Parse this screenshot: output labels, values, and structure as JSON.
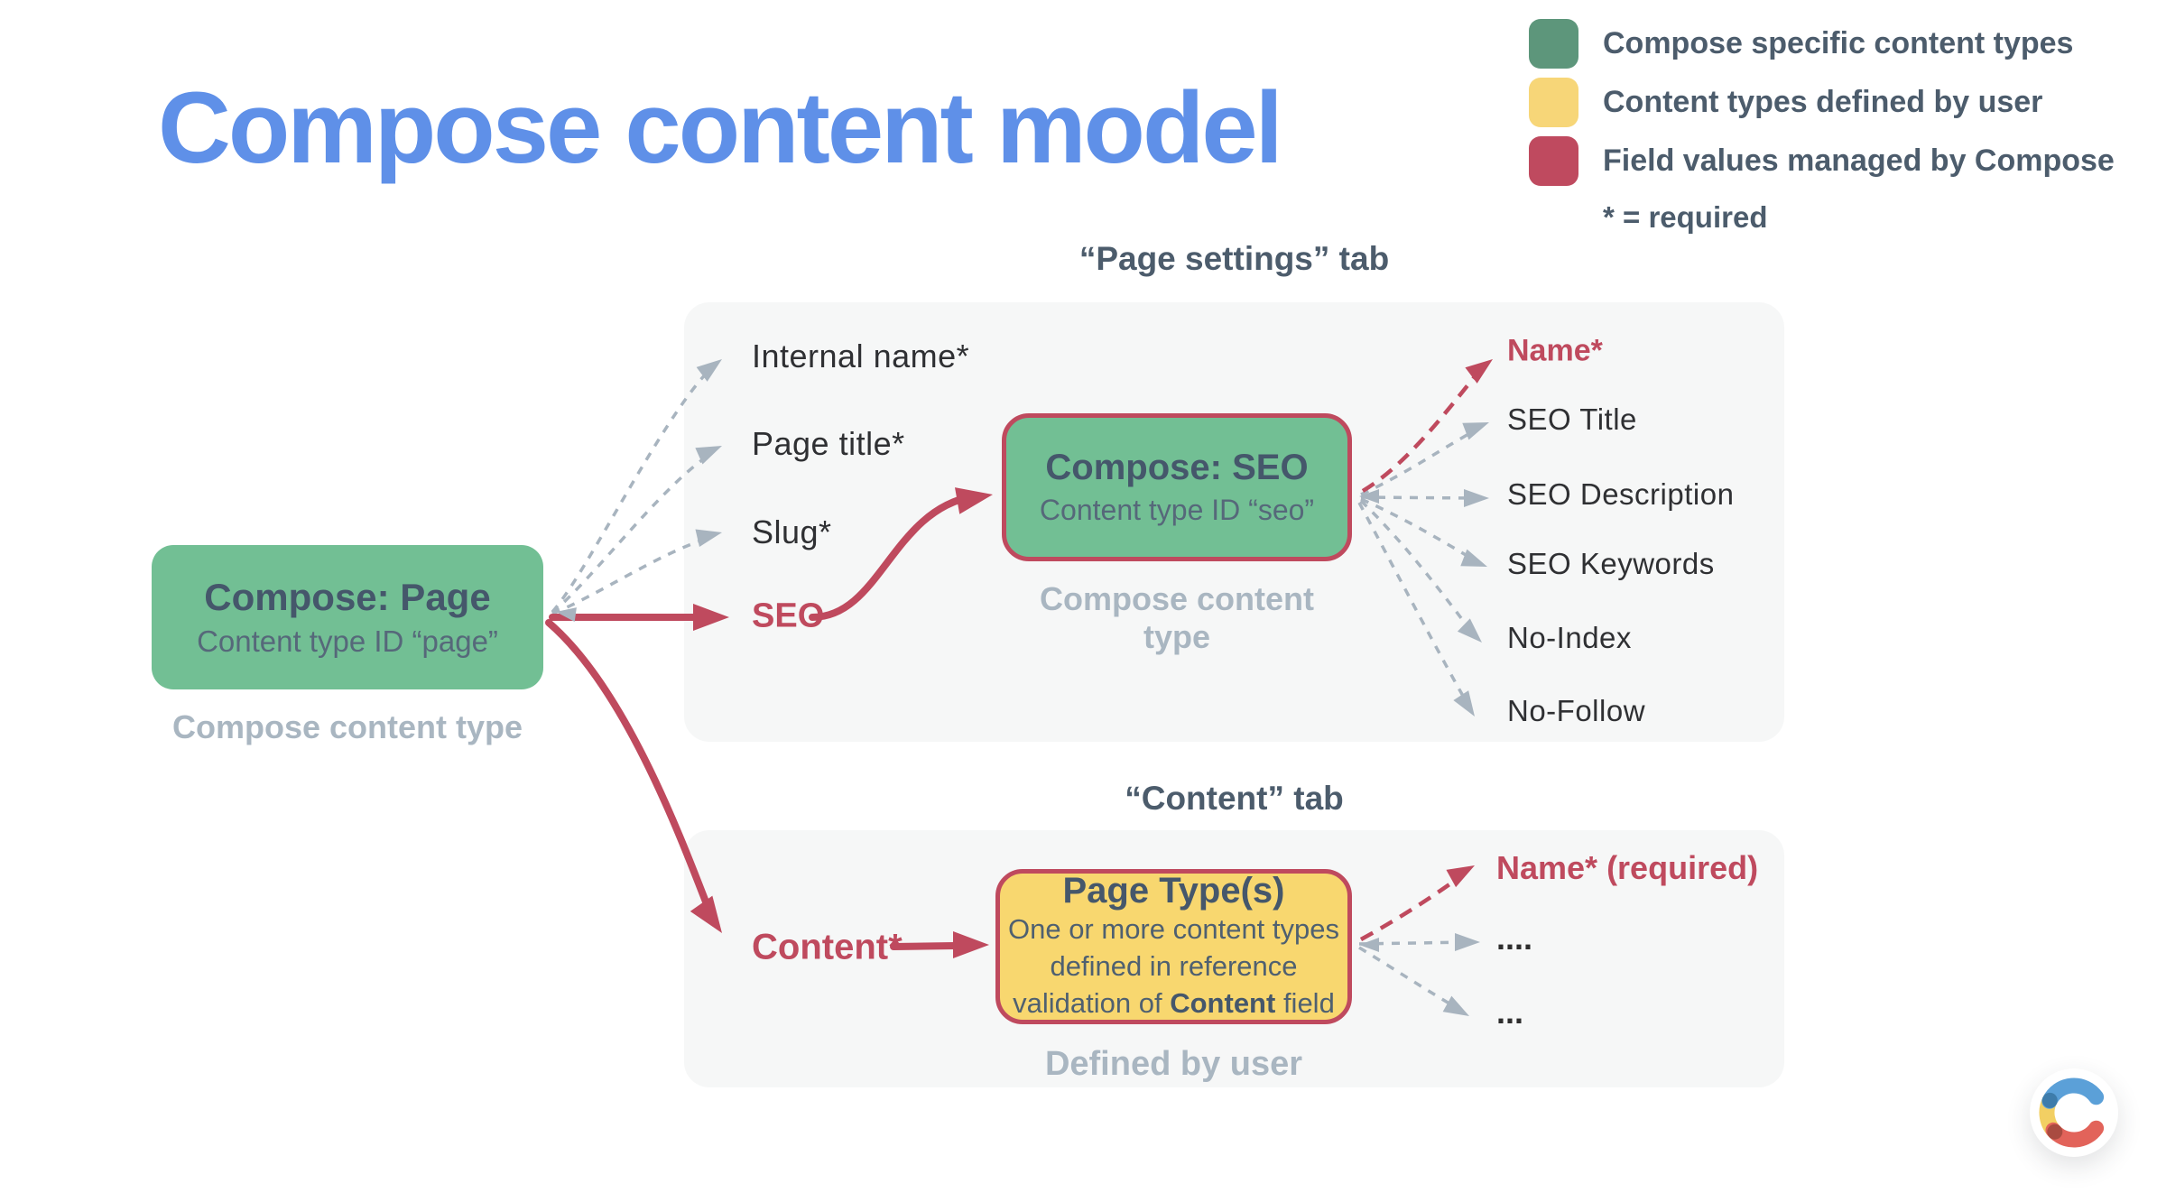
{
  "title": "Compose content model",
  "legend": {
    "items": [
      {
        "label": "Compose specific content types",
        "color": "#5d967b"
      },
      {
        "label": "Content types defined by user",
        "color": "#f7d678"
      },
      {
        "label": "Field values managed by Compose",
        "color": "#bf4a5f"
      }
    ],
    "note": "* = required"
  },
  "compose_page_box": {
    "title": "Compose: Page",
    "subtitle": "Content type ID “page”",
    "caption": "Compose content type"
  },
  "page_settings": {
    "tab_label": "“Page settings” tab",
    "fields": [
      "Internal name*",
      "Page title*",
      "Slug*"
    ],
    "seo_link": "SEO",
    "seo_box": {
      "title": "Compose: SEO",
      "subtitle": "Content type ID “seo”",
      "caption": "Compose content type"
    },
    "outputs": {
      "name": "Name*",
      "items": [
        "SEO Title",
        "SEO Description",
        "SEO Keywords",
        "No-Index",
        "No-Follow"
      ]
    }
  },
  "content_tab": {
    "tab_label": "“Content” tab",
    "field": "Content*",
    "box": {
      "title": "Page Type(s)",
      "line1": "One or more content types",
      "line2": "defined in reference",
      "line3_pre": "validation of ",
      "line3_bold": "Content",
      "line3_post": " field",
      "caption": "Defined by user"
    },
    "outputs": {
      "name": "Name* (required)",
      "items": [
        "....",
        "..."
      ]
    }
  },
  "colors": {
    "accent_blue": "#5f90e8",
    "box_green": "#72bf94",
    "legend_green": "#5d967b",
    "yellow": "#f7d678",
    "red": "#bf4a5e",
    "gray_arrow": "#a8b4bf",
    "caption_gray": "#a9b6c1",
    "panel_bg": "#f6f7f7",
    "slate_text": "#4c5c6c"
  }
}
